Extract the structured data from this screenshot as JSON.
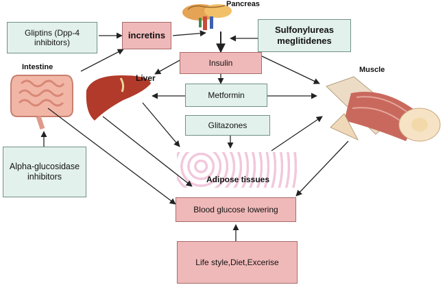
{
  "nodes": {
    "pancreas": "Pancreas",
    "gliptins": "Gliptins (Dpp-4 inhibitors)",
    "incretins": "incretins",
    "sulfonylureas": "Sulfonylureas meglitidenes",
    "intestine": "Intestine",
    "insulin": "Insulin",
    "liver": "Liver",
    "muscle": "Muscle",
    "metformin": "Metformin",
    "glitazones": "Glitazones",
    "alpha": "Alpha-glucosidase inhibitors",
    "adipose": "Adipose tissues",
    "blood_glucose": "Blood glucose lowering",
    "lifestyle": "Life style,Diet,Excerise"
  },
  "colors": {
    "drug_box": "#e3f1ec",
    "target_box": "#f0b9b9",
    "arrow": "#222222"
  }
}
